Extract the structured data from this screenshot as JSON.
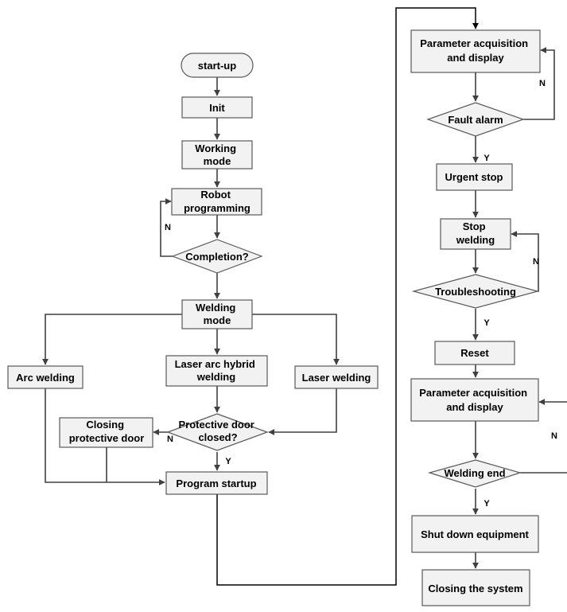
{
  "nodes": {
    "startup": [
      "start-up"
    ],
    "init": [
      "Init"
    ],
    "working_mode": [
      "Working",
      "mode"
    ],
    "robot_programming": [
      "Robot",
      "programming"
    ],
    "completion": [
      "Completion?"
    ],
    "welding_mode": [
      "Welding",
      "mode"
    ],
    "arc_welding": [
      "Arc welding"
    ],
    "laser_arc_hybrid": [
      "Laser arc hybrid",
      "welding"
    ],
    "laser_welding": [
      "Laser welding"
    ],
    "protective_door_closed": [
      "Protective door",
      "closed?"
    ],
    "closing_protective_door": [
      "Closing",
      "protective door"
    ],
    "program_startup": [
      "Program startup"
    ],
    "param_acq_1": [
      "Parameter acquisition",
      "and display"
    ],
    "fault_alarm": [
      "Fault alarm"
    ],
    "urgent_stop": [
      "Urgent stop"
    ],
    "stop_welding": [
      "Stop",
      "welding"
    ],
    "troubleshooting": [
      "Troubleshooting"
    ],
    "reset": [
      "Reset"
    ],
    "param_acq_2": [
      "Parameter acquisition",
      "and display"
    ],
    "welding_end": [
      "Welding end"
    ],
    "shut_down": [
      "Shut down equipment"
    ],
    "closing_system": [
      "Closing the system"
    ]
  },
  "edge_labels": {
    "completion_no": "N",
    "door_no": "N",
    "door_yes": "Y",
    "fault_no": "N",
    "fault_yes": "Y",
    "trouble_no": "N",
    "trouble_yes": "Y",
    "end_no": "N",
    "end_yes": "Y"
  },
  "colors": {
    "node_fill": "#f2f2f2",
    "node_stroke": "#595959",
    "edge": "#404040"
  }
}
